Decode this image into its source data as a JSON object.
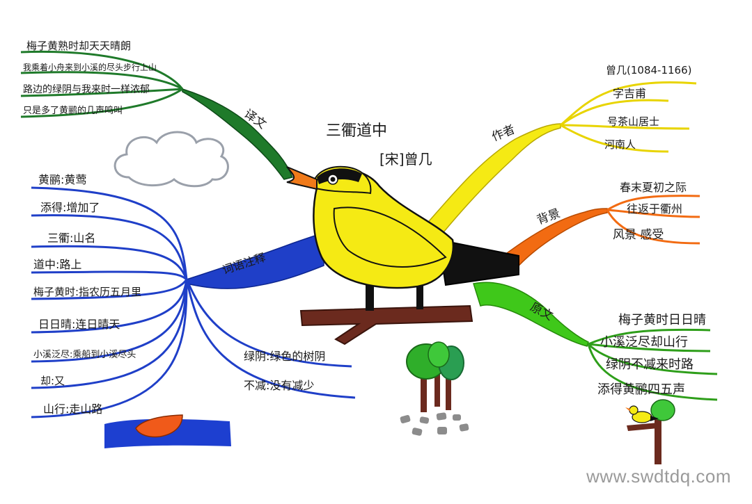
{
  "poem": {
    "title": "三衢道中",
    "author_line": "[宋]曾几"
  },
  "branches": {
    "song": {
      "label": "译文",
      "color": "#1f7a2a",
      "items": [
        "梅子黄熟时却天天晴朗",
        "我乘着小舟来到小溪的尽头步行上山",
        "路边的绿阴与我来时一样浓郁",
        "只是多了黄鹂的几声鸣叫"
      ]
    },
    "author": {
      "label": "作者",
      "color": "#f2e01a",
      "items": [
        "曾几(1084-1166)",
        "字吉甫",
        "号茶山居士",
        "河南人"
      ]
    },
    "background": {
      "label": "背景",
      "color": "#f26b12",
      "items": [
        "春末夏初之际",
        "往返于衢州",
        "风景 感受"
      ]
    },
    "glossary": {
      "label": "词语注释",
      "color": "#1f3fc8",
      "items": [
        "黄鹂:黄莺",
        "添得:增加了",
        "三衢:山名",
        "道中:路上",
        "梅子黄时:指农历五月里",
        "日日晴:连日晴天",
        "小溪泛尽:乘船到小溪尽头",
        "却:又",
        "山行:走山路"
      ],
      "extra": [
        "绿阴:绿色的树阴",
        "不减:没有减少"
      ]
    },
    "original": {
      "label": "原文",
      "color": "#3fc81a",
      "items": [
        "梅子黄时日日晴",
        "小溪泛尽却山行",
        "绿阴不减来时路",
        "添得黄鹂四五声"
      ]
    }
  },
  "watermark": "www.swdtdq.com",
  "colors": {
    "bird_yellow": "#f5ea14",
    "bird_black": "#111111",
    "beak_orange": "#f07a1a",
    "branch_brown": "#6b2a1e",
    "cloud_blue": "#9aa0aa",
    "water_blue": "#1d3fd0",
    "boat_orange": "#f05a1a"
  }
}
